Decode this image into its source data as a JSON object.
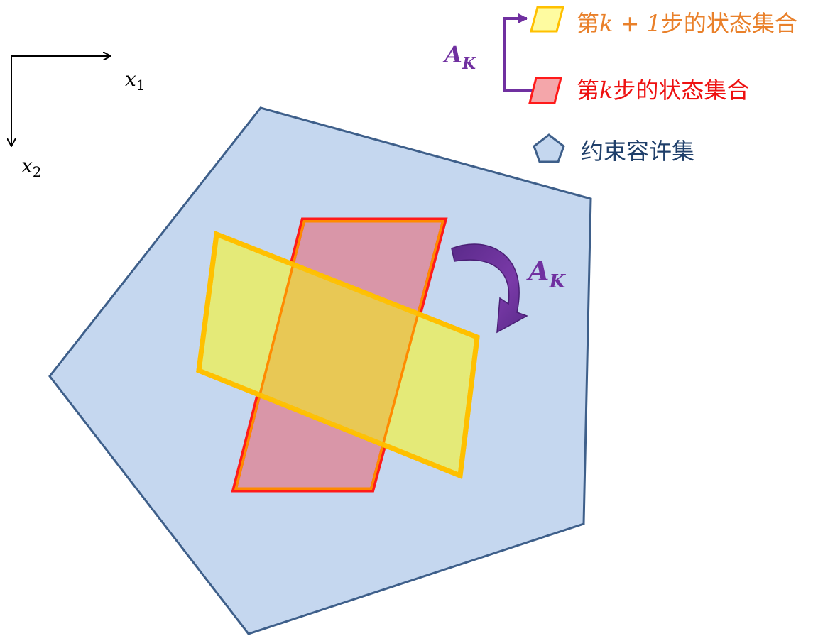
{
  "axes": {
    "x1": {
      "base": "x",
      "sub": "1"
    },
    "x2": {
      "base": "x",
      "sub": "2"
    }
  },
  "operator": {
    "base": "A",
    "sub": "K"
  },
  "legend": {
    "next_prefix": "第",
    "next_math": "k + 1",
    "next_suffix": "步的状态集合",
    "curr_prefix": "第",
    "curr_math": "k",
    "curr_suffix": "步的状态集合",
    "constraint": "约束容许集"
  },
  "colors": {
    "constraint_fill": "#c5d7ef",
    "constraint_stroke": "#3e5f8a",
    "current_fill": "#d996a8",
    "current_stroke": "#ff1a1a",
    "next_fill": "#e4ea78",
    "next_stroke": "#ffc000",
    "overlap_fill": "#e8c855",
    "operator": "#7030a0",
    "next_text": "#e9802a",
    "curr_text": "#ee1111",
    "constraint_text": "#1f3f6a"
  }
}
